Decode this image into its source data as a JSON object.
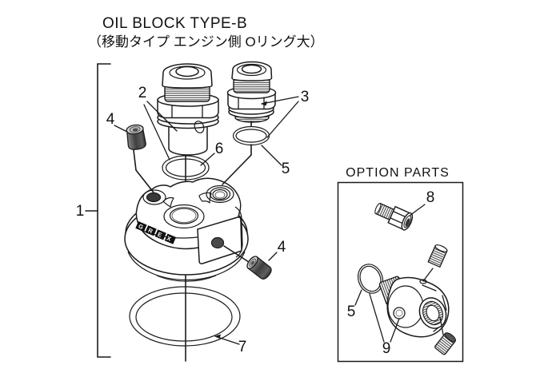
{
  "title": "OIL BLOCK TYPE-B",
  "subtitle": "（移動タイプ エンジン側 Oリング大）",
  "option_box_label": "OPTION PARTS",
  "logo_text": "GREX",
  "parts": {
    "block_assembly": "1",
    "center_fitting": "2",
    "side_fitting": "3",
    "hex_plug": "4",
    "small_oring": "5",
    "center_oring": "6",
    "base_oring": "7",
    "adapter_fitting": "8",
    "option_body": "9"
  },
  "colors": {
    "line": "#1a1a1a",
    "background": "#ffffff",
    "dark_hole": "#3a3a3a",
    "plug_gray": "#4f4f4f"
  }
}
